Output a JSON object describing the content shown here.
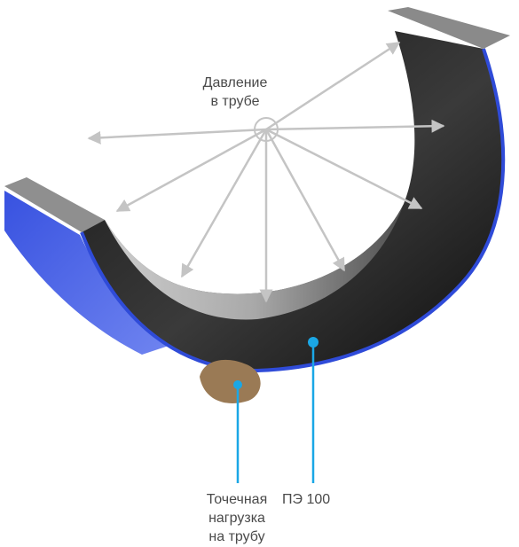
{
  "labels": {
    "pressure": "Давление\nв трубе",
    "point_load": "Точечная\nнагрузка\nна трубу",
    "material": "ПЭ 100"
  },
  "colors": {
    "pipe_body": "#2b2b2b",
    "outer_stripe": "#2f4bd8",
    "rim_top": "#8a8a8a",
    "arrows": "#c4c4c4",
    "callout_line": "#1aa7e6",
    "stone": "#9a7a55"
  },
  "icons": [
    "pressure-center-icon",
    "stone-icon"
  ]
}
